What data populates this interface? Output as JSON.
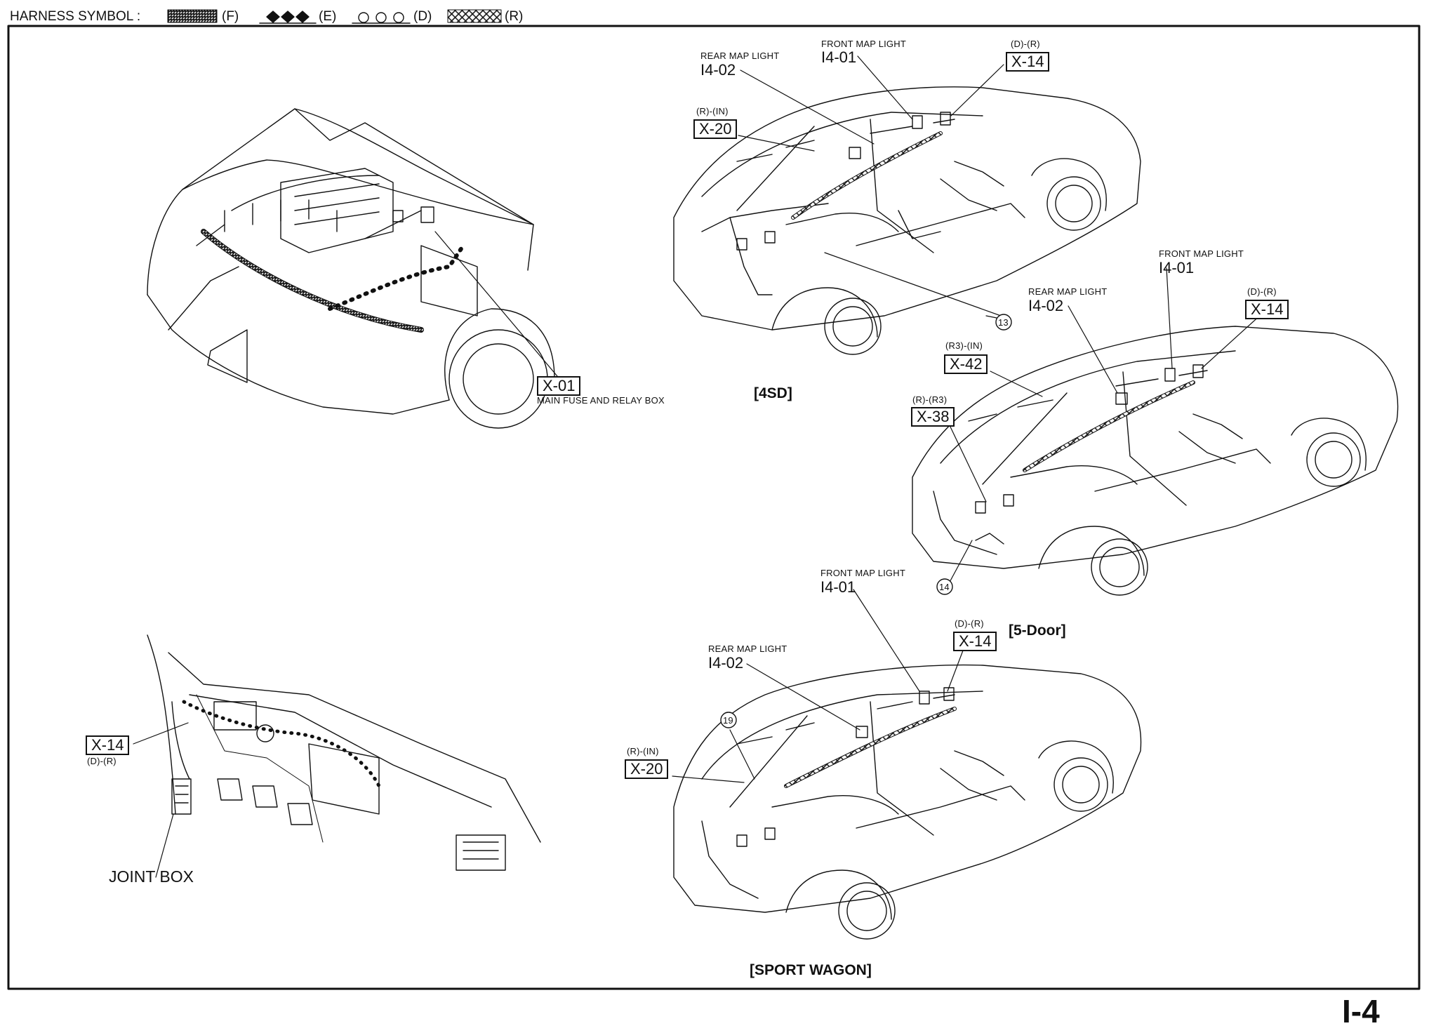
{
  "legend": {
    "title": "HARNESS SYMBOL :",
    "items": [
      {
        "code": "(F)",
        "pattern": "dotted"
      },
      {
        "code": "(E)",
        "pattern": "diamonds"
      },
      {
        "code": "(D)",
        "pattern": "circles"
      },
      {
        "code": "(R)",
        "pattern": "hatched"
      }
    ]
  },
  "engine_bay": {
    "connector": "X-01",
    "connector_desc": "MAIN FUSE AND RELAY BOX"
  },
  "dashboard": {
    "connector": "X-14",
    "connector_tag": "(D)-(R)",
    "joint_box_label": "JOINT BOX"
  },
  "sedan": {
    "title": "[4SD]",
    "rear_map_light": "REAR MAP LIGHT",
    "rear_map_code": "I4-02",
    "front_map_light": "FRONT MAP LIGHT",
    "front_map_code": "I4-01",
    "x14_tag": "(D)-(R)",
    "x14": "X-14",
    "x20_tag": "(R)-(IN)",
    "x20": "X-20",
    "ground": "13"
  },
  "five_door": {
    "title": "[5-Door]",
    "front_map_light": "FRONT MAP LIGHT",
    "front_map_code": "I4-01",
    "rear_map_light": "REAR MAP LIGHT",
    "rear_map_code": "I4-02",
    "x14_tag": "(D)-(R)",
    "x14": "X-14",
    "x42_tag": "(R3)-(IN)",
    "x42": "X-42",
    "x38_tag": "(R)-(R3)",
    "x38": "X-38",
    "ground": "14"
  },
  "wagon": {
    "title": "[SPORT WAGON]",
    "front_map_light": "FRONT MAP LIGHT",
    "front_map_code": "I4-01",
    "rear_map_light": "REAR MAP LIGHT",
    "rear_map_code": "I4-02",
    "x14_tag": "(D)-(R)",
    "x14": "X-14",
    "x20_tag": "(R)-(IN)",
    "x20": "X-20",
    "ground": "19"
  },
  "page_number": "I-4",
  "colors": {
    "ink": "#111111",
    "paper": "#ffffff"
  }
}
